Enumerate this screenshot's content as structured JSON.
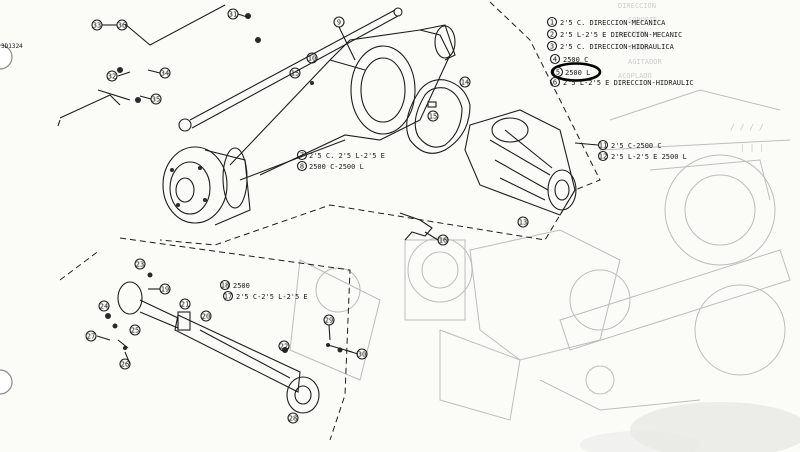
{
  "page_code": "3D1324",
  "legend": [
    {
      "num": "1",
      "text": "2'5 C. DIRECCION-MECANICA"
    },
    {
      "num": "2",
      "text": "2'5 L-2'5 E DIRECCION-MECANIC"
    },
    {
      "num": "3",
      "text": "2'5 C. DIRECCION-HIDRAULICA"
    },
    {
      "num": "4",
      "text": "2500 C"
    },
    {
      "num": "5",
      "text": "2500 L"
    },
    {
      "num": "6",
      "text": "2'5 L-2'5 E DIRECCION-HIDRAULIC"
    }
  ],
  "highlighted_legend": "5",
  "legend_background_lines": [
    "DIRECCION",
    "SOPORTE",
    "ALCANTE",
    "TAPON",
    "AGITADOR",
    "ACOPLADO"
  ],
  "callouts": {
    "c7": {
      "num": "7",
      "text": "2'5 C. 2'5 L-2'5 E"
    },
    "c8": {
      "num": "8",
      "text": "2500 C-2500 L"
    },
    "c11": {
      "num": "11",
      "text": "2'5 C-2500 C"
    },
    "c12": {
      "num": "12",
      "text": "2'5 L-2'5 E 2500 L"
    },
    "c18": {
      "num": "18",
      "text": "2500"
    },
    "c17": {
      "num": "17",
      "text": "2'5 C-2'5 L-2'5 E"
    }
  },
  "part_numbers": [
    "9",
    "10",
    "13",
    "14",
    "15",
    "15",
    "16",
    "19",
    "20",
    "21",
    "22",
    "23",
    "24",
    "25",
    "26",
    "27",
    "28",
    "29",
    "30",
    "31",
    "32",
    "33",
    "34",
    "35",
    "36"
  ]
}
